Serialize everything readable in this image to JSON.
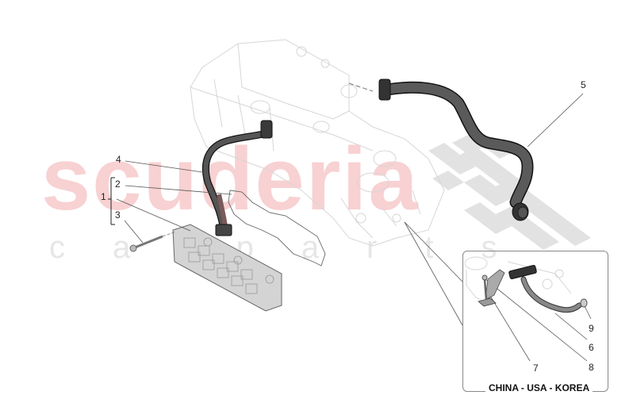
{
  "diagram": {
    "type": "exploded-parts-diagram",
    "subject": "engine crankcase breather hoses and oil separator"
  },
  "watermark": {
    "main": "scuderia",
    "sub": "carparts",
    "main_color": "#f7c9cb",
    "sub_color": "#e6e6e6"
  },
  "callouts": [
    {
      "id": "1",
      "label": "1",
      "note": "group bracket covering 2 and 3"
    },
    {
      "id": "2",
      "label": "2"
    },
    {
      "id": "3",
      "label": "3"
    },
    {
      "id": "4",
      "label": "4"
    },
    {
      "id": "5",
      "label": "5"
    },
    {
      "id": "6",
      "label": "6"
    },
    {
      "id": "7",
      "label": "7"
    },
    {
      "id": "8",
      "label": "8"
    },
    {
      "id": "9",
      "label": "9"
    }
  ],
  "inset": {
    "caption": "CHINA - USA - KOREA"
  },
  "colors": {
    "hose": "#4a4a4a",
    "hose_outline": "#111111",
    "engine_line": "#d6d6d6",
    "leader_line": "#555555",
    "checker": "#d9d9d9"
  }
}
